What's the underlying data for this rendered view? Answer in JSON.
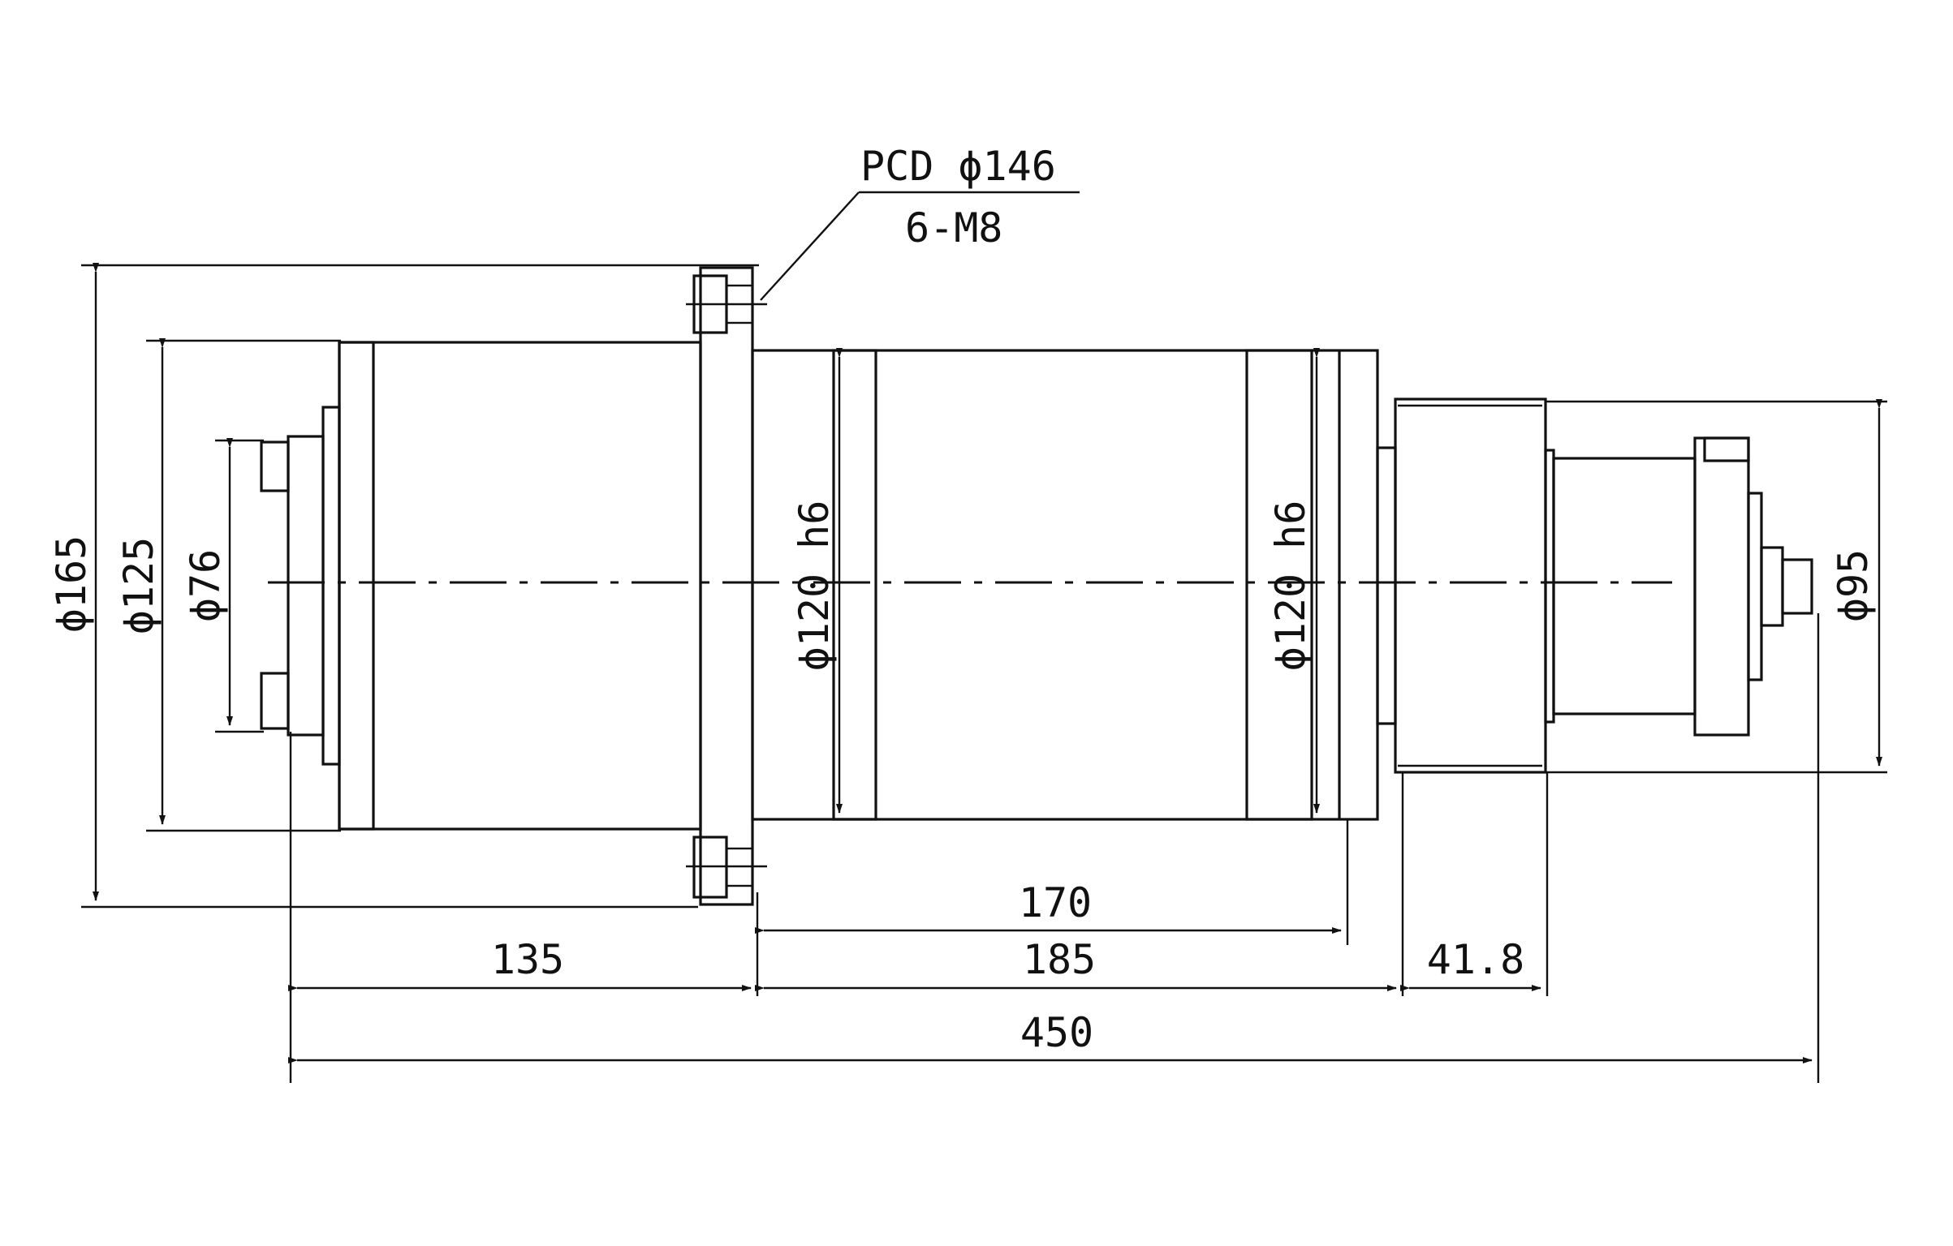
{
  "callout": {
    "pcd": "PCD ϕ146",
    "bolts": "6-M8"
  },
  "dimensions": {
    "d165": "ϕ165",
    "d125": "ϕ125",
    "d76": "ϕ76",
    "d120_left": "ϕ120 h6",
    "d120_right": "ϕ120 h6",
    "d95": "ϕ95",
    "len_170": "170",
    "len_135": "135",
    "len_185": "185",
    "len_41_8": "41.8",
    "len_450": "450"
  },
  "colors": {
    "line": "#111111",
    "background": "#ffffff"
  }
}
